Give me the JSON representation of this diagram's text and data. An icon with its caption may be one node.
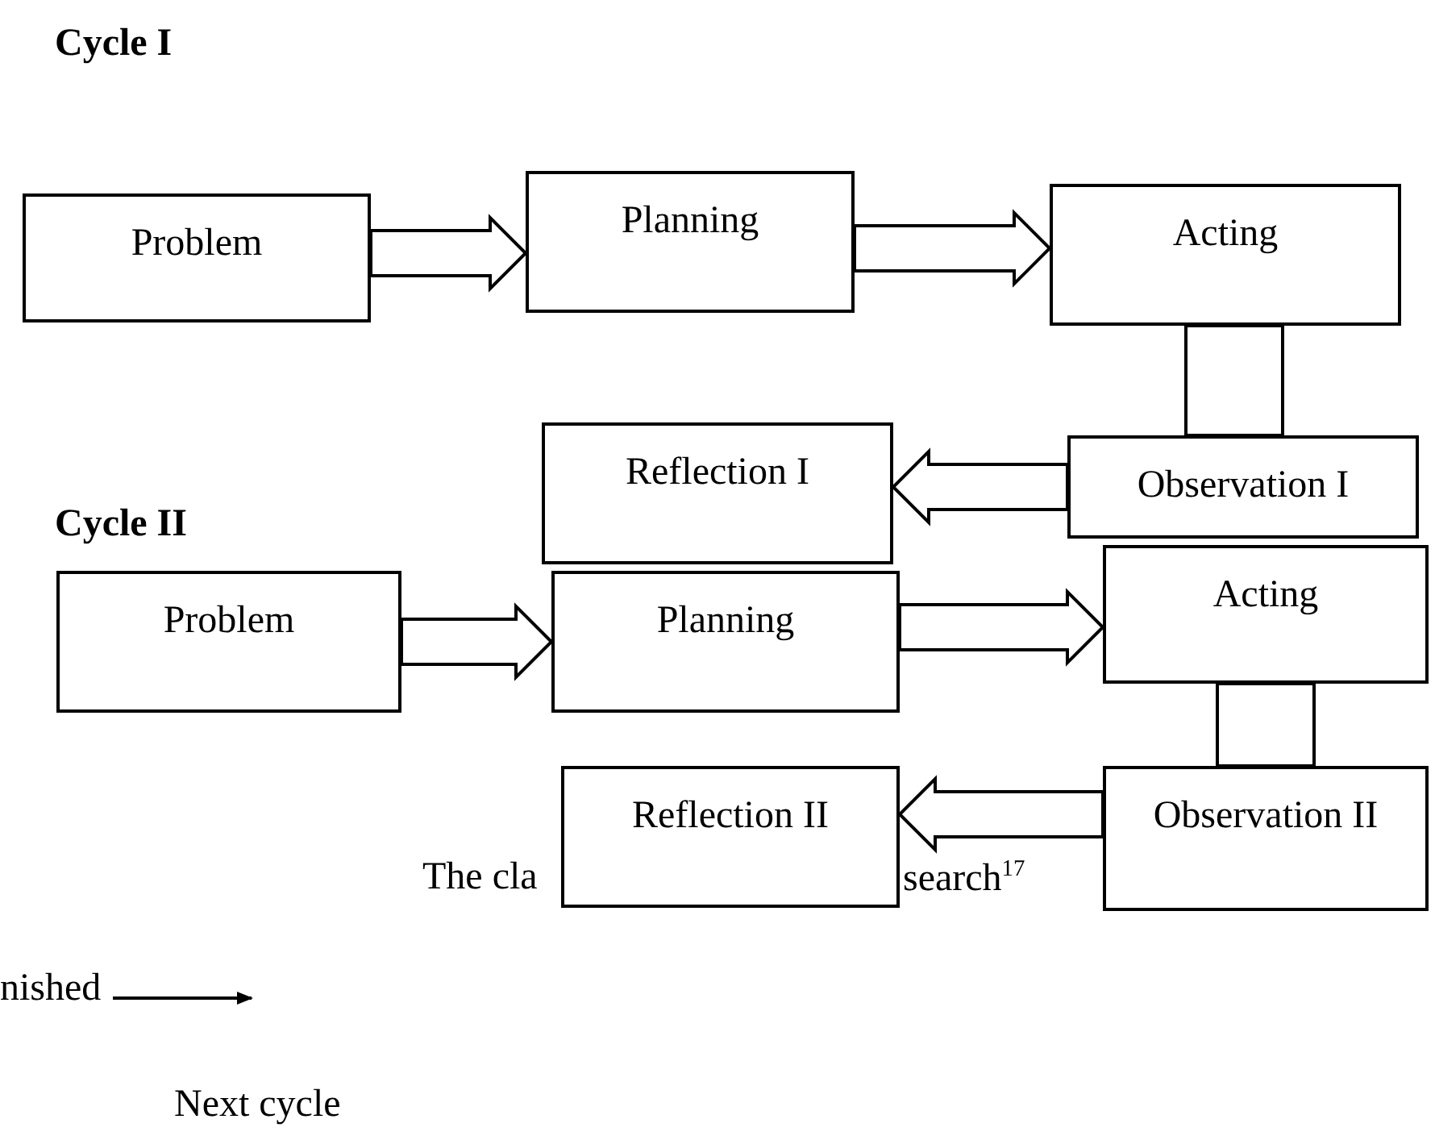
{
  "diagram": {
    "nodes": [
      {
        "text": [
          "Problem"
        ]
      },
      {
        "text": [
          "Planning"
        ]
      },
      {
        "text": [
          "Acting"
        ]
      },
      {
        "text": [
          "Reflection I"
        ]
      },
      {
        "text": [
          "Observation I"
        ]
      },
      {
        "text": [
          "Problem"
        ]
      },
      {
        "text": [
          "Planning"
        ]
      },
      {
        "text": [
          "Acting"
        ]
      },
      {
        "text": [
          "Reflection II"
        ]
      },
      {
        "text": [
          "Observation II"
        ]
      },
      {
        "text": [
          "nished"
        ]
      }
    ],
    "edges": [
      {
        "from": 0,
        "to": 1,
        "arrow": "to"
      },
      {
        "from": 1,
        "to": 2,
        "arrow": "to"
      },
      {
        "from": 2,
        "to": 4,
        "arrow": "none",
        "style": "thick"
      },
      {
        "from": 4,
        "to": 3,
        "arrow": "to"
      },
      {
        "from": 5,
        "to": 6,
        "arrow": "to"
      },
      {
        "from": 6,
        "to": 7,
        "arrow": "to"
      },
      {
        "from": 7,
        "to": 9,
        "arrow": "none",
        "style": "thick"
      },
      {
        "from": 9,
        "to": 8,
        "arrow": "to"
      },
      {
        "from": 10,
        "to": null,
        "arrow": "to"
      }
    ],
    "labels": [
      "Cycle I",
      "Cycle II",
      "The cla",
      "search$^{17}$",
      "Next cycle"
    ]
  }
}
